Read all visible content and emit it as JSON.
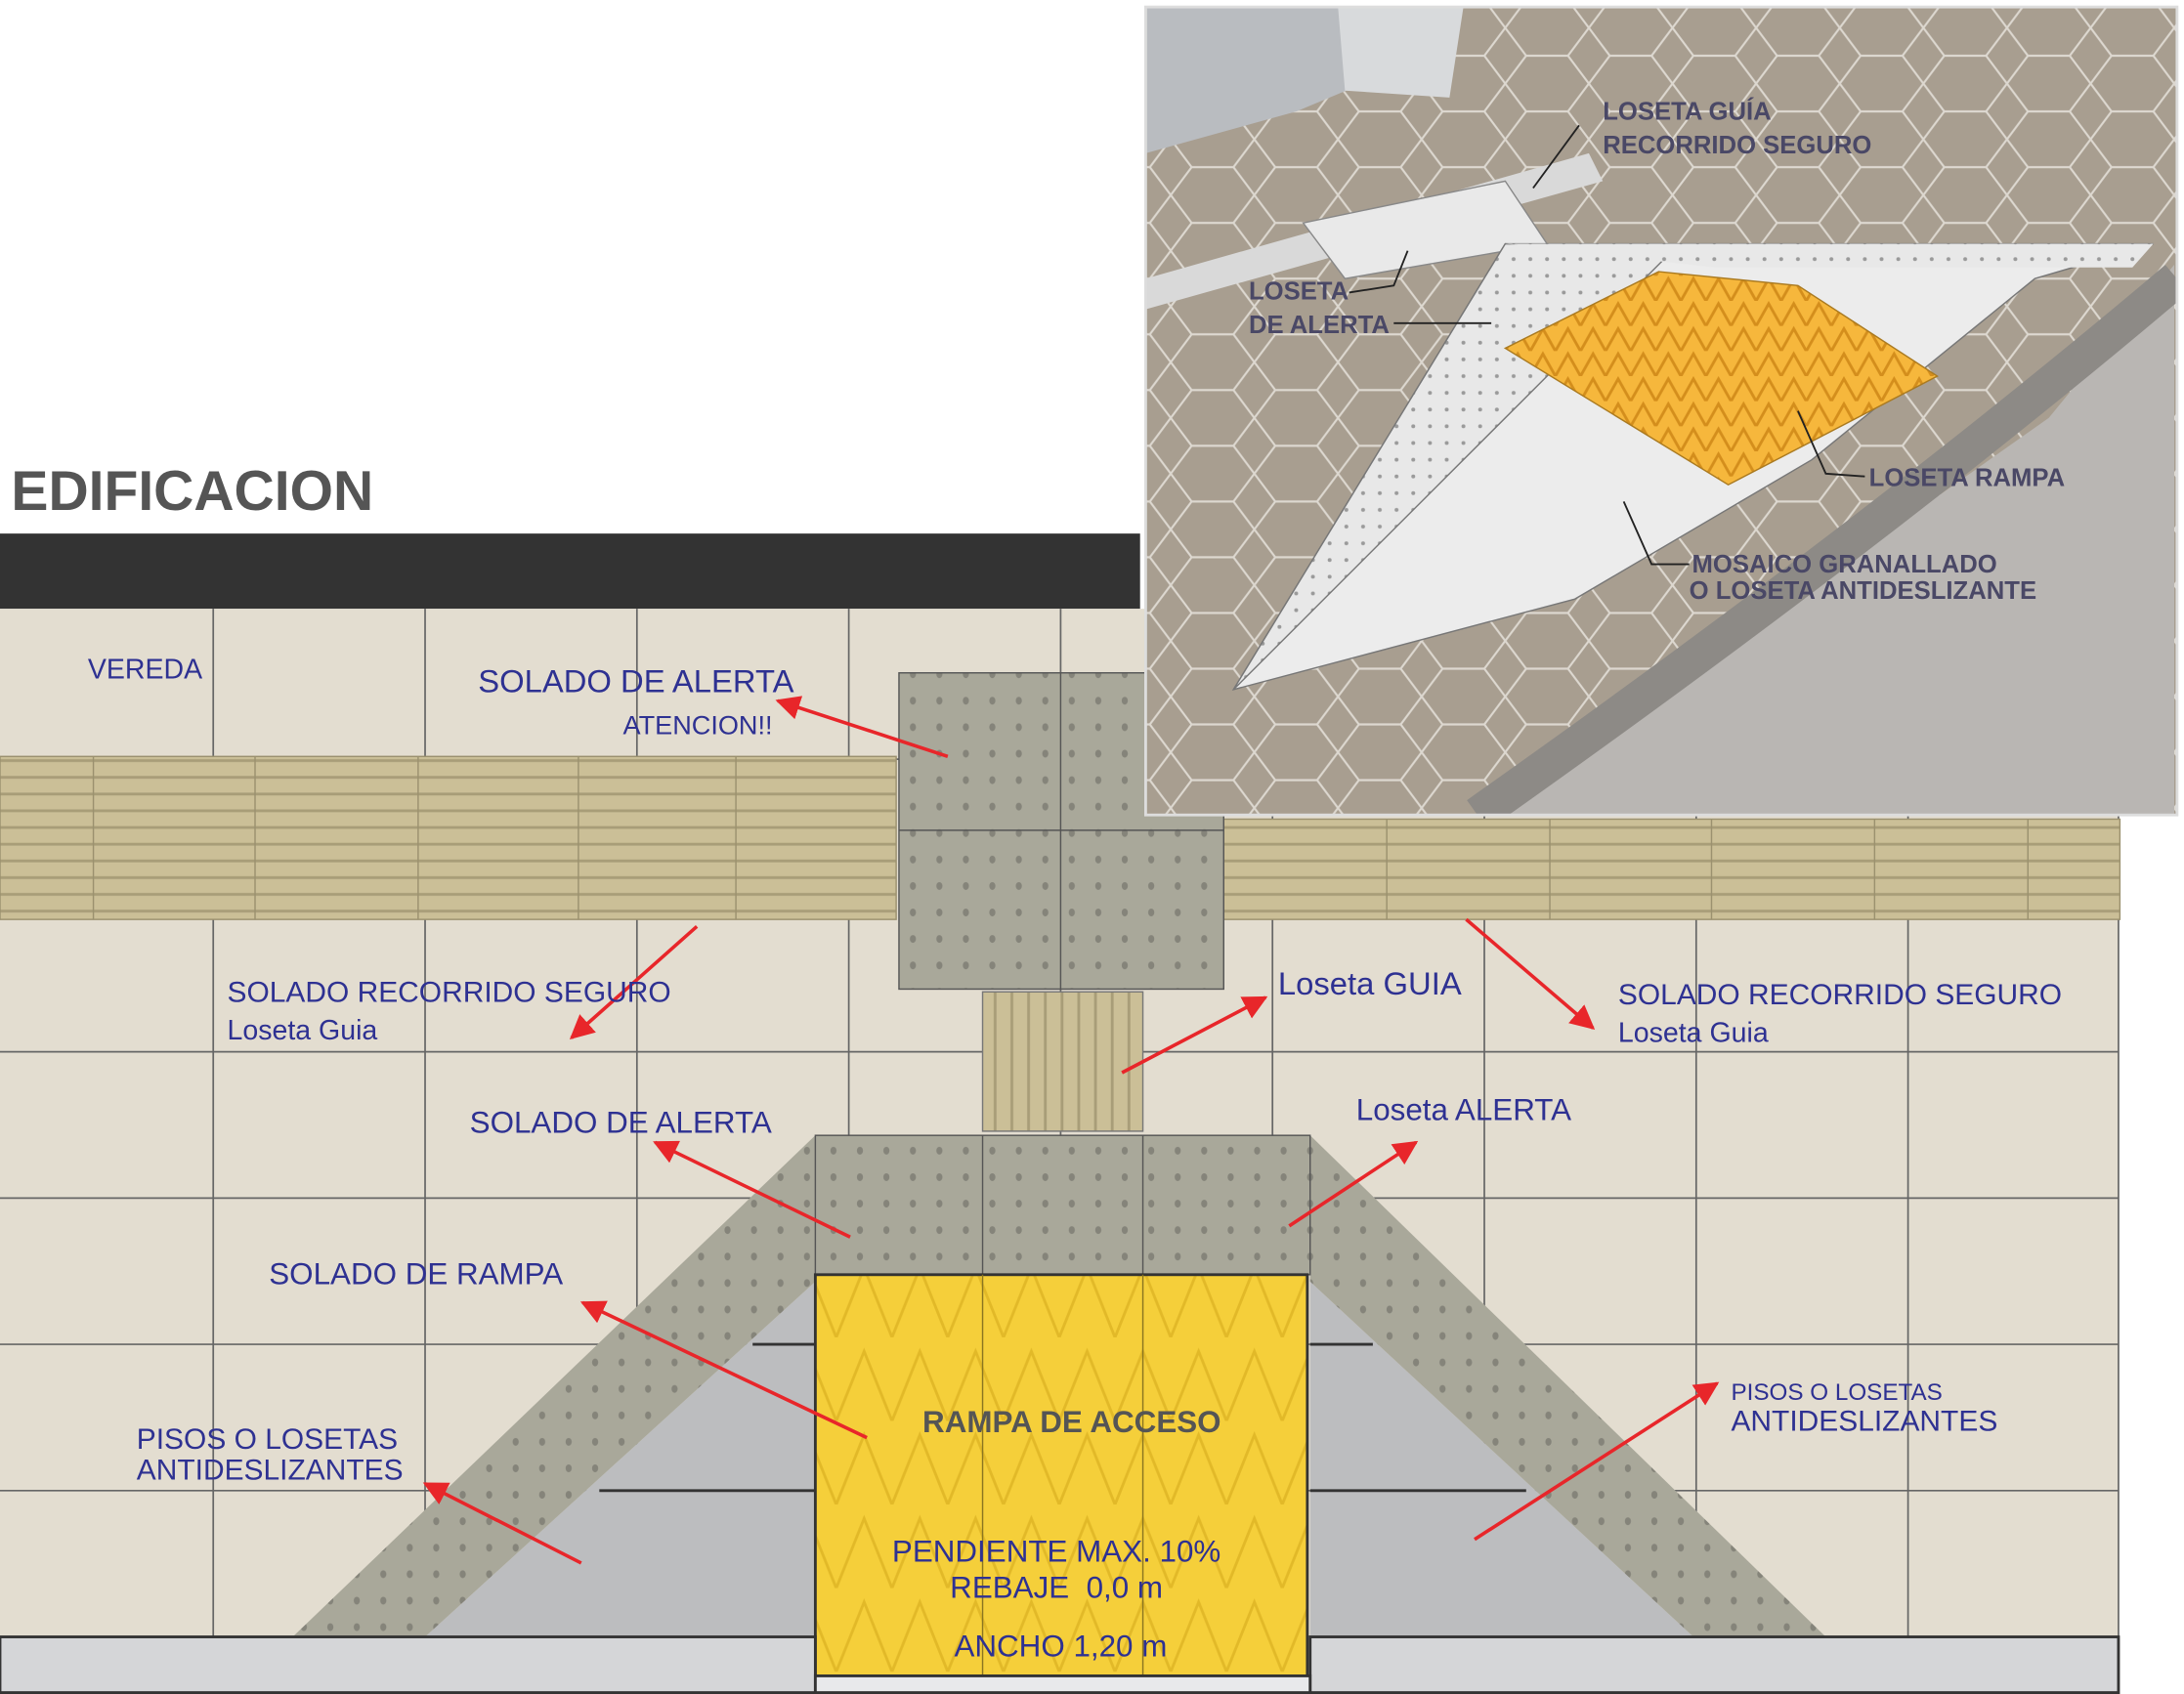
{
  "title": "EDIFICACION",
  "colors": {
    "label": "#2e3192",
    "arrow": "#e8262a",
    "ramp": "#f5cf3a",
    "alert": "#a9a89a",
    "guide": "#cbbf97",
    "sidewalk": "#e3ddd0"
  },
  "plan_labels": {
    "vereda": "VEREDA",
    "solado_alerta_top": "SOLADO DE ALERTA",
    "atencion": "ATENCION!!",
    "recorrido_left_1": "SOLADO RECORRIDO SEGURO",
    "recorrido_left_2": "Loseta Guia",
    "loseta_guia": "Loseta GUIA",
    "recorrido_right_1": "SOLADO RECORRIDO SEGURO",
    "recorrido_right_2": "Loseta Guia",
    "solado_alerta_mid": "SOLADO DE ALERTA",
    "loseta_alerta": "Loseta ALERTA",
    "solado_rampa": "SOLADO DE RAMPA",
    "pisos_left_1": "PISOS O LOSETAS",
    "pisos_left_2": "ANTIDESLIZANTES",
    "pisos_right_1": "PISOS O LOSETAS",
    "pisos_right_2": "ANTIDESLIZANTES",
    "rampa_acceso": "RAMPA DE ACCESO",
    "pendiente": "PENDIENTE MAX. 10%",
    "rebaje": "REBAJE  0,0 m",
    "ancho": "ANCHO 1,20 m"
  },
  "photo_labels": {
    "guia_1": "LOSETA GUÍA",
    "guia_2": "RECORRIDO SEGURO",
    "alerta_1": "LOSETA",
    "alerta_2": "DE ALERTA",
    "rampa": "LOSETA RAMPA",
    "mosaico_1": "MOSAICO GRANALLADO",
    "mosaico_2": "O LOSETA ANTIDESLIZANTE"
  }
}
